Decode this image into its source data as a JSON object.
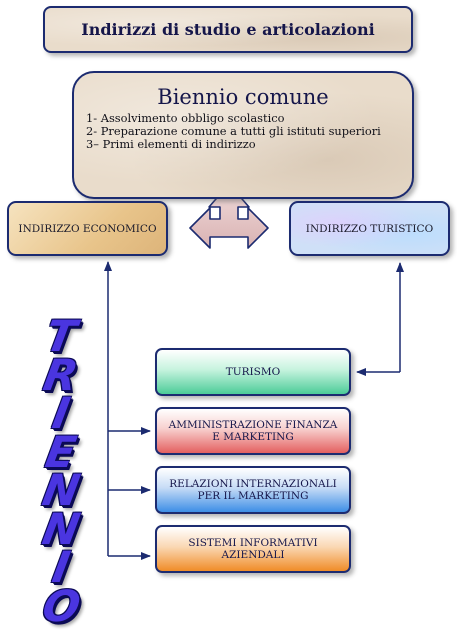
{
  "title": "Indirizzi di studio e articolazioni",
  "biennio": {
    "title": "Biennio comune",
    "items": [
      "1- Assolvimento obbligo scolastico",
      "2- Preparazione comune a tutti gli istituti superiori",
      "3– Primi elementi di indirizzo"
    ]
  },
  "indirizzi": {
    "economico": "INDIRIZZO ECONOMICO",
    "turistico": "INDIRIZZO TURISTICO"
  },
  "triennio_letters": [
    "T",
    "R",
    "I",
    "E",
    "N",
    "N",
    "I",
    "O"
  ],
  "programs": {
    "turismo": [
      "TURISMO"
    ],
    "afm": [
      "AMMINISTRAZIONE FINANZA",
      "E MARKETING"
    ],
    "rim": [
      "RELAZIONI INTERNAZIONALI",
      "PER IL MARKETING"
    ],
    "sia": [
      "SISTEMI INFORMATIVI",
      "AZIENDALI"
    ]
  },
  "colors": {
    "border": "#1c2b70",
    "connector": "#1c2b70",
    "arrow_fill": "#e3c4c4",
    "triennio": "#4a35e0"
  }
}
